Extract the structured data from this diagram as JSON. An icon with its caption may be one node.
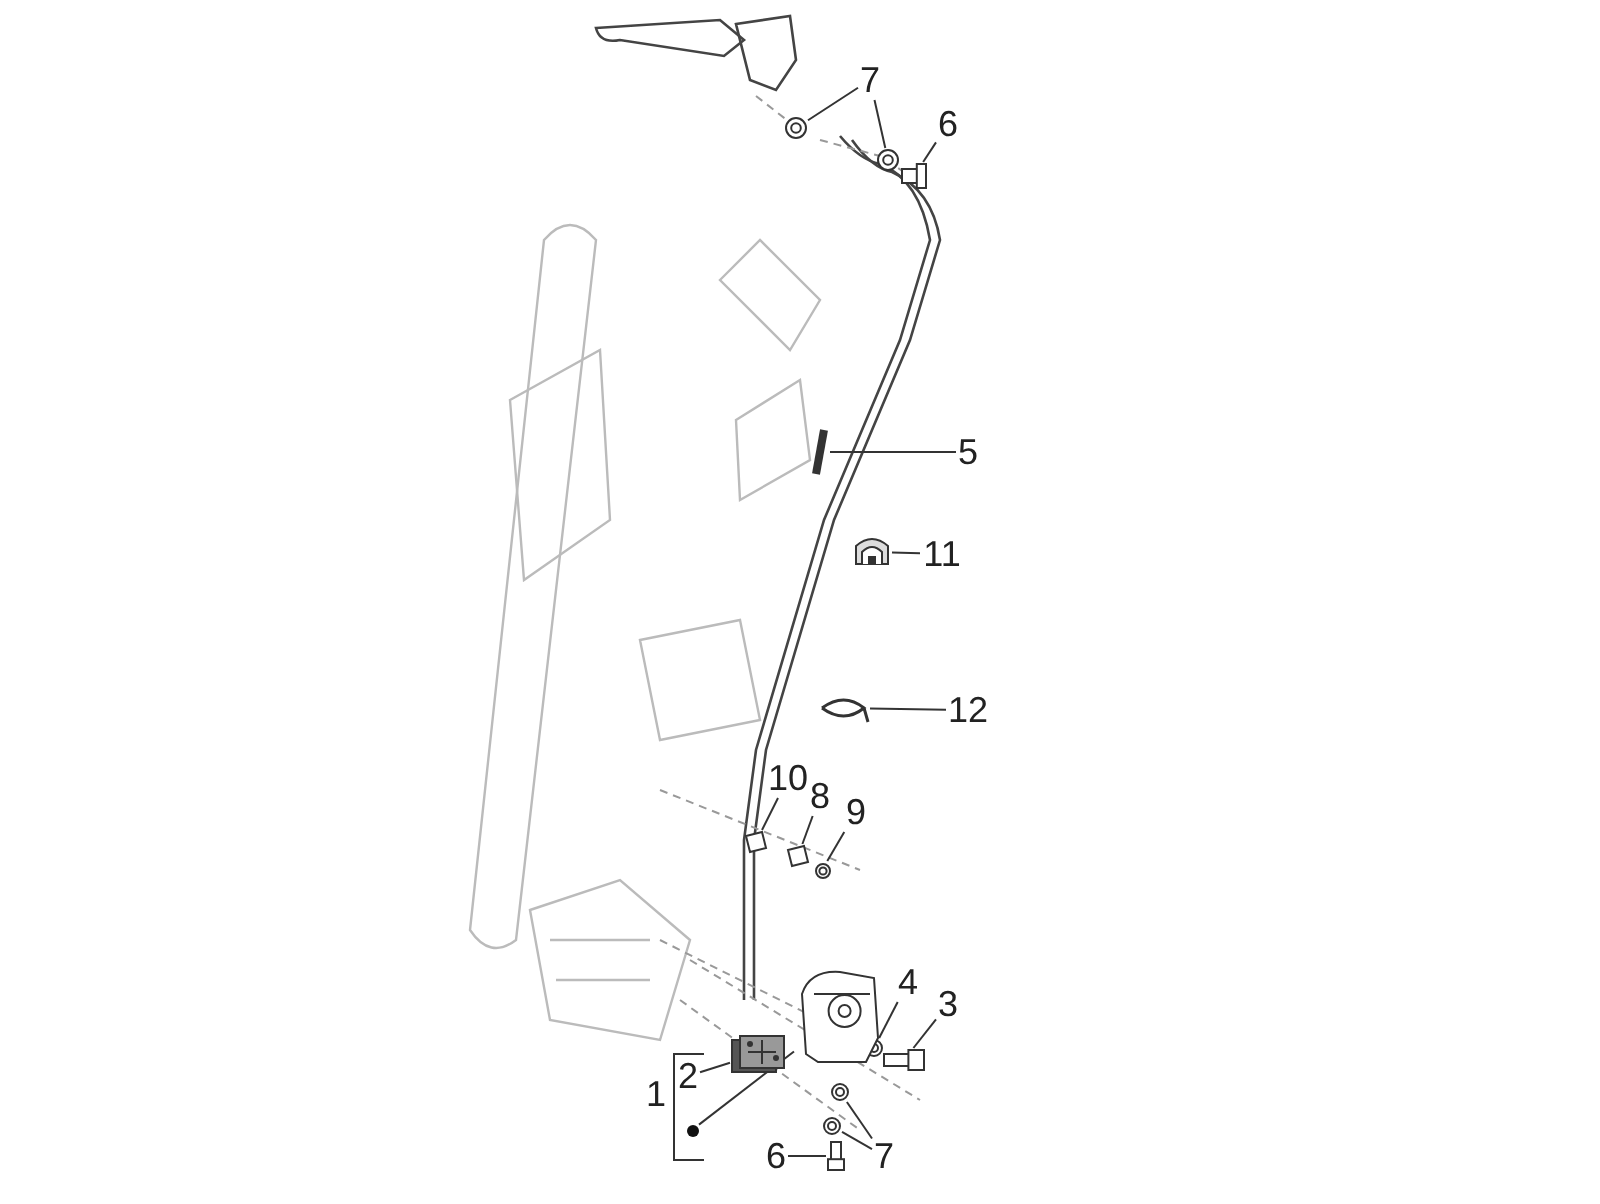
{
  "diagram": {
    "nodes": [
      {
        "text": [
          "7"
        ]
      },
      {
        "text": [],
        "shape": "picture"
      },
      {
        "text": [],
        "shape": "picture"
      },
      {
        "text": [
          "6"
        ]
      },
      {
        "text": [],
        "shape": "picture"
      },
      {
        "text": [
          "5"
        ]
      },
      {
        "text": [],
        "shape": "picture"
      },
      {
        "text": [
          "11"
        ]
      },
      {
        "text": [],
        "shape": "picture"
      },
      {
        "text": [
          "12"
        ]
      },
      {
        "text": [],
        "shape": "picture"
      },
      {
        "text": [
          "10"
        ]
      },
      {
        "text": [],
        "shape": "picture"
      },
      {
        "text": [
          "8"
        ]
      },
      {
        "text": [],
        "shape": "picture"
      },
      {
        "text": [
          "9"
        ]
      },
      {
        "text": [],
        "shape": "picture"
      },
      {
        "text": [
          "4"
        ]
      },
      {
        "text": [],
        "shape": "picture"
      },
      {
        "text": [
          "3"
        ]
      },
      {
        "text": [],
        "shape": "picture"
      },
      {
        "text": [
          "1"
        ]
      },
      {
        "text": [
          "2"
        ]
      },
      {
        "text": [],
        "shape": "picture"
      },
      {
        "text": [],
        "shape": "circle"
      },
      {
        "text": [],
        "shape": "picture"
      },
      {
        "text": [
          "7"
        ]
      },
      {
        "text": [],
        "shape": "picture"
      },
      {
        "text": [],
        "shape": "picture"
      },
      {
        "text": [
          "6"
        ]
      },
      {
        "text": [],
        "shape": "picture"
      }
    ],
    "edges": [
      {
        "from": 0,
        "to": 1,
        "arrow": "none"
      },
      {
        "from": 0,
        "to": 2,
        "arrow": "none"
      },
      {
        "from": 3,
        "to": 4,
        "arrow": "none"
      },
      {
        "from": 5,
        "to": 6,
        "arrow": "none"
      },
      {
        "from": 7,
        "to": 8,
        "arrow": "none"
      },
      {
        "from": 9,
        "to": 10,
        "arrow": "none"
      },
      {
        "from": 11,
        "to": 12,
        "arrow": "none"
      },
      {
        "from": 13,
        "to": 14,
        "arrow": "none"
      },
      {
        "from": 15,
        "to": 16,
        "arrow": "none"
      },
      {
        "from": 17,
        "to": 18,
        "arrow": "none"
      },
      {
        "from": 19,
        "to": 20,
        "arrow": "none"
      },
      {
        "from": 22,
        "to": 23,
        "arrow": "none"
      },
      {
        "from": 24,
        "to": 25,
        "arrow": "none"
      },
      {
        "from": 26,
        "to": 27,
        "arrow": "none"
      },
      {
        "from": 26,
        "to": 28,
        "arrow": "none"
      },
      {
        "from": 29,
        "to": 30,
        "arrow": "none"
      }
    ]
  }
}
